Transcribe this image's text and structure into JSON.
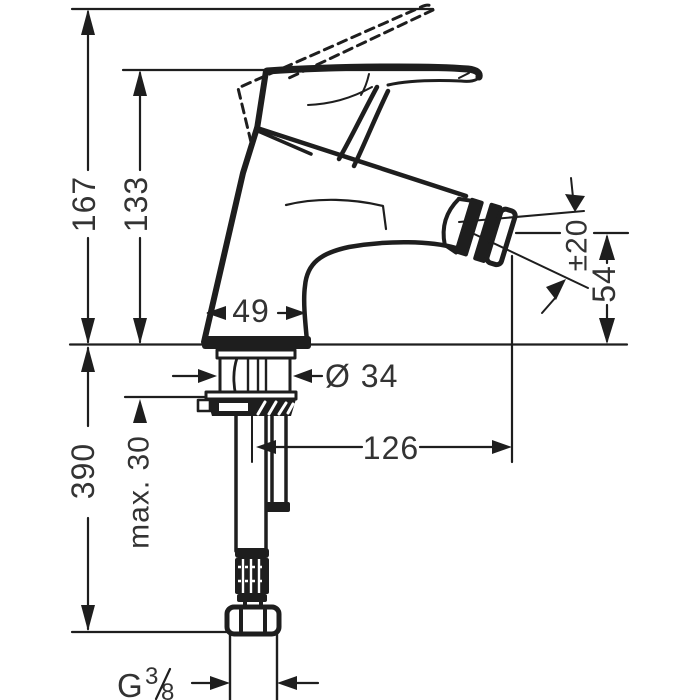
{
  "dimensions": {
    "total_height": "167",
    "height_above_deck": "133",
    "base_width": "49",
    "shank_diameter": "Ø 34",
    "under_deck_length": "390",
    "max_mount_thickness": "max. 30",
    "reach": "126",
    "spray_angle": "±20",
    "outlet_height": "54"
  },
  "thread": {
    "prefix": "G",
    "numerator": "3",
    "denominator": "8"
  },
  "colors": {
    "ink": "#1e1e1e",
    "label": "#333333",
    "background": "#ffffff"
  }
}
